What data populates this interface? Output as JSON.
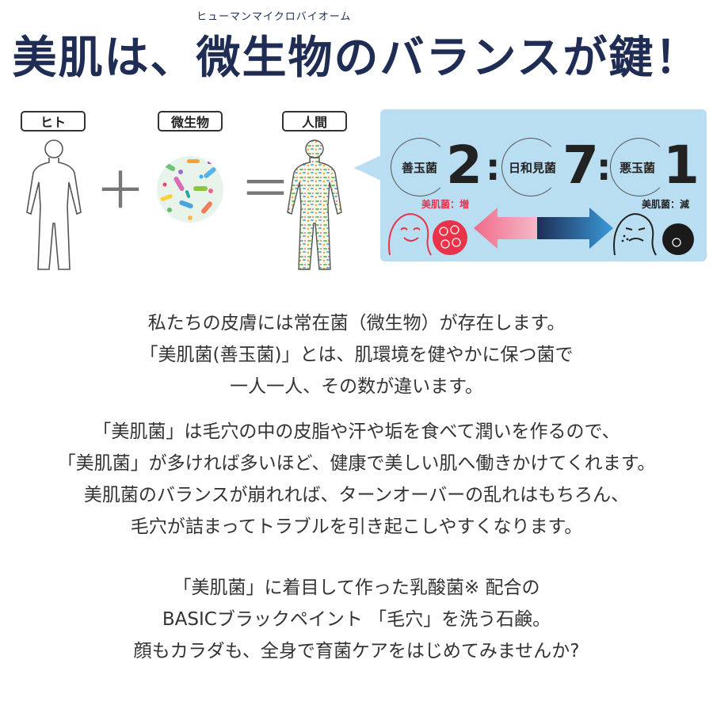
{
  "header": {
    "ruby": "ヒューマンマイクロバイオーム",
    "title": "美肌は、微生物のバランスが鍵！"
  },
  "equation": {
    "human_label": "ヒト",
    "microbe_label": "微生物",
    "person_label": "人間",
    "plus": "＋",
    "equals": "＝"
  },
  "ratio_panel": {
    "good_label": "善玉菌",
    "good_value": "2",
    "neutral_label": "日和見菌",
    "neutral_value": "7",
    "bad_label": "悪玉菌",
    "bad_value": "1",
    "separator": ":",
    "increase_label": "美肌菌：増",
    "decrease_label": "美肌菌：減",
    "colors": {
      "panel": "#b9def2",
      "good": "#e8334a",
      "bad": "#1a1a1a",
      "arrow_left": "#f06a8a",
      "arrow_right": "#3a9ad9"
    }
  },
  "body_text": {
    "para1": [
      "私たちの皮膚には常在菌（微生物）が存在します。",
      "「美肌菌(善玉菌)」とは、肌環境を健やかに保つ菌で",
      "一人一人、その数が違います。"
    ],
    "para2": [
      "「美肌菌」は毛穴の中の皮脂や汗や垢を食べて潤いを作るので、",
      "「美肌菌」が多ければ多いほど、健康で美しい肌へ働きかけてくれます。",
      "美肌菌のバランスが崩れれば、ターンオーバーの乱れはもちろん、",
      "毛穴が詰まってトラブルを引き起こしやすくなります。"
    ],
    "para3": [
      "「美肌菌」に着目して作った乳酸菌※ 配合の",
      "BASICブラックペイント 「毛穴」を洗う石鹸。",
      "顔もカラダも、全身で育菌ケアをはじめてみませんか?"
    ]
  }
}
